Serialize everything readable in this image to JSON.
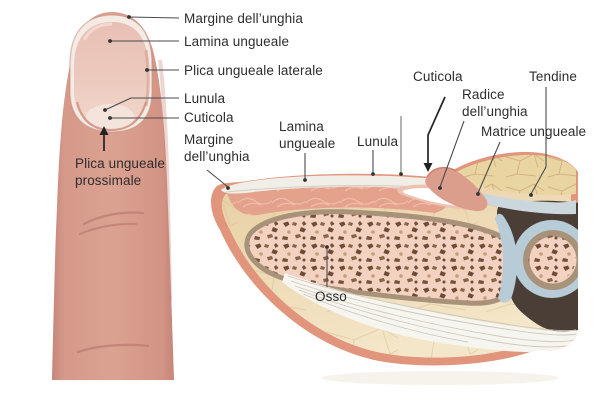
{
  "diagram": {
    "labels": {
      "margine_top": "Margine dell’unghia",
      "lamina_left": "Lamina ungueale",
      "plica_laterale": "Plica ungueale laterale",
      "lunula_left": "Lunula",
      "cuticola_left": "Cuticola",
      "margine_mid": "Margine dell’unghia",
      "plica_prossimale": "Plica ungueale prossimale",
      "lamina_mid": "Lamina ungueale",
      "lunula_mid": "Lunula",
      "cuticola_mid": "Cuticola",
      "radice": "Radice dell’unghia",
      "tendine": "Tendine",
      "matrice": "Matrice ungueale",
      "osso": "Osso"
    },
    "colors": {
      "text": "#2d2d2d",
      "leader": "#4b4b4b",
      "finger_skin": "#d89c8d",
      "finger_edge": "#c5867a",
      "crease": "#c48579",
      "nail_free_edge": "#f3ebe4",
      "nail_plate": "#ecc8be",
      "lunula": "#f4e4dc",
      "cuticle_line": "#d09586",
      "section_outline": "#e2957d",
      "flesh": "#ecd3a6",
      "flesh_light": "#f4e6c8",
      "nail_bed": "#e4a28d",
      "nail_cross": "#f1eee7",
      "bone_cortex": "#a8927a",
      "bone_inner": "#f3d2c2",
      "bone_speckle": "#6f4b35",
      "tendon_white": "#f7f5ef",
      "fiber": "#cfc8ba",
      "cartilage_blue": "#b7ccd6",
      "capsule_dark": "#4a3e37",
      "phalanx_tan": "#e9d5a2",
      "sheath_gray": "#ccd7dd",
      "fold_skin": "#dc9e8c",
      "root_white": "#ffffff",
      "root_pink": "#eec2b0"
    }
  }
}
